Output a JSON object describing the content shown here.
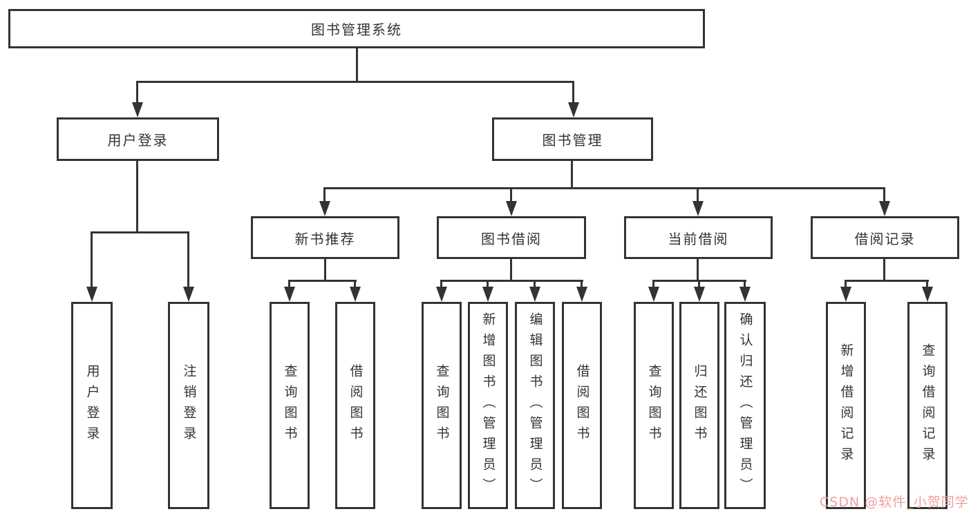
{
  "colors": {
    "line": "#333333",
    "text": "#333333",
    "background": "#ffffff",
    "watermark": "#efa0a0"
  },
  "watermark": {
    "text": "CSDN @软件_小贺同学"
  },
  "tree": {
    "root": {
      "label": "图书管理系统"
    },
    "branches": [
      {
        "label": "用户登录",
        "leaves": [
          "用户登录",
          "注销登录"
        ]
      },
      {
        "label": "图书管理",
        "children": [
          {
            "label": "新书推荐",
            "leaves": [
              "查询图书",
              "借阅图书"
            ]
          },
          {
            "label": "图书借阅",
            "leaves": [
              "查询图书",
              "新增图书（管理员）",
              "编辑图书（管理员）",
              "借阅图书"
            ]
          },
          {
            "label": "当前借阅",
            "leaves": [
              "查询图书",
              "归还图书",
              "确认归还（管理员）"
            ]
          },
          {
            "label": "借阅记录",
            "leaves": [
              "新增借阅记录",
              "查询借阅记录"
            ]
          }
        ]
      }
    ]
  }
}
